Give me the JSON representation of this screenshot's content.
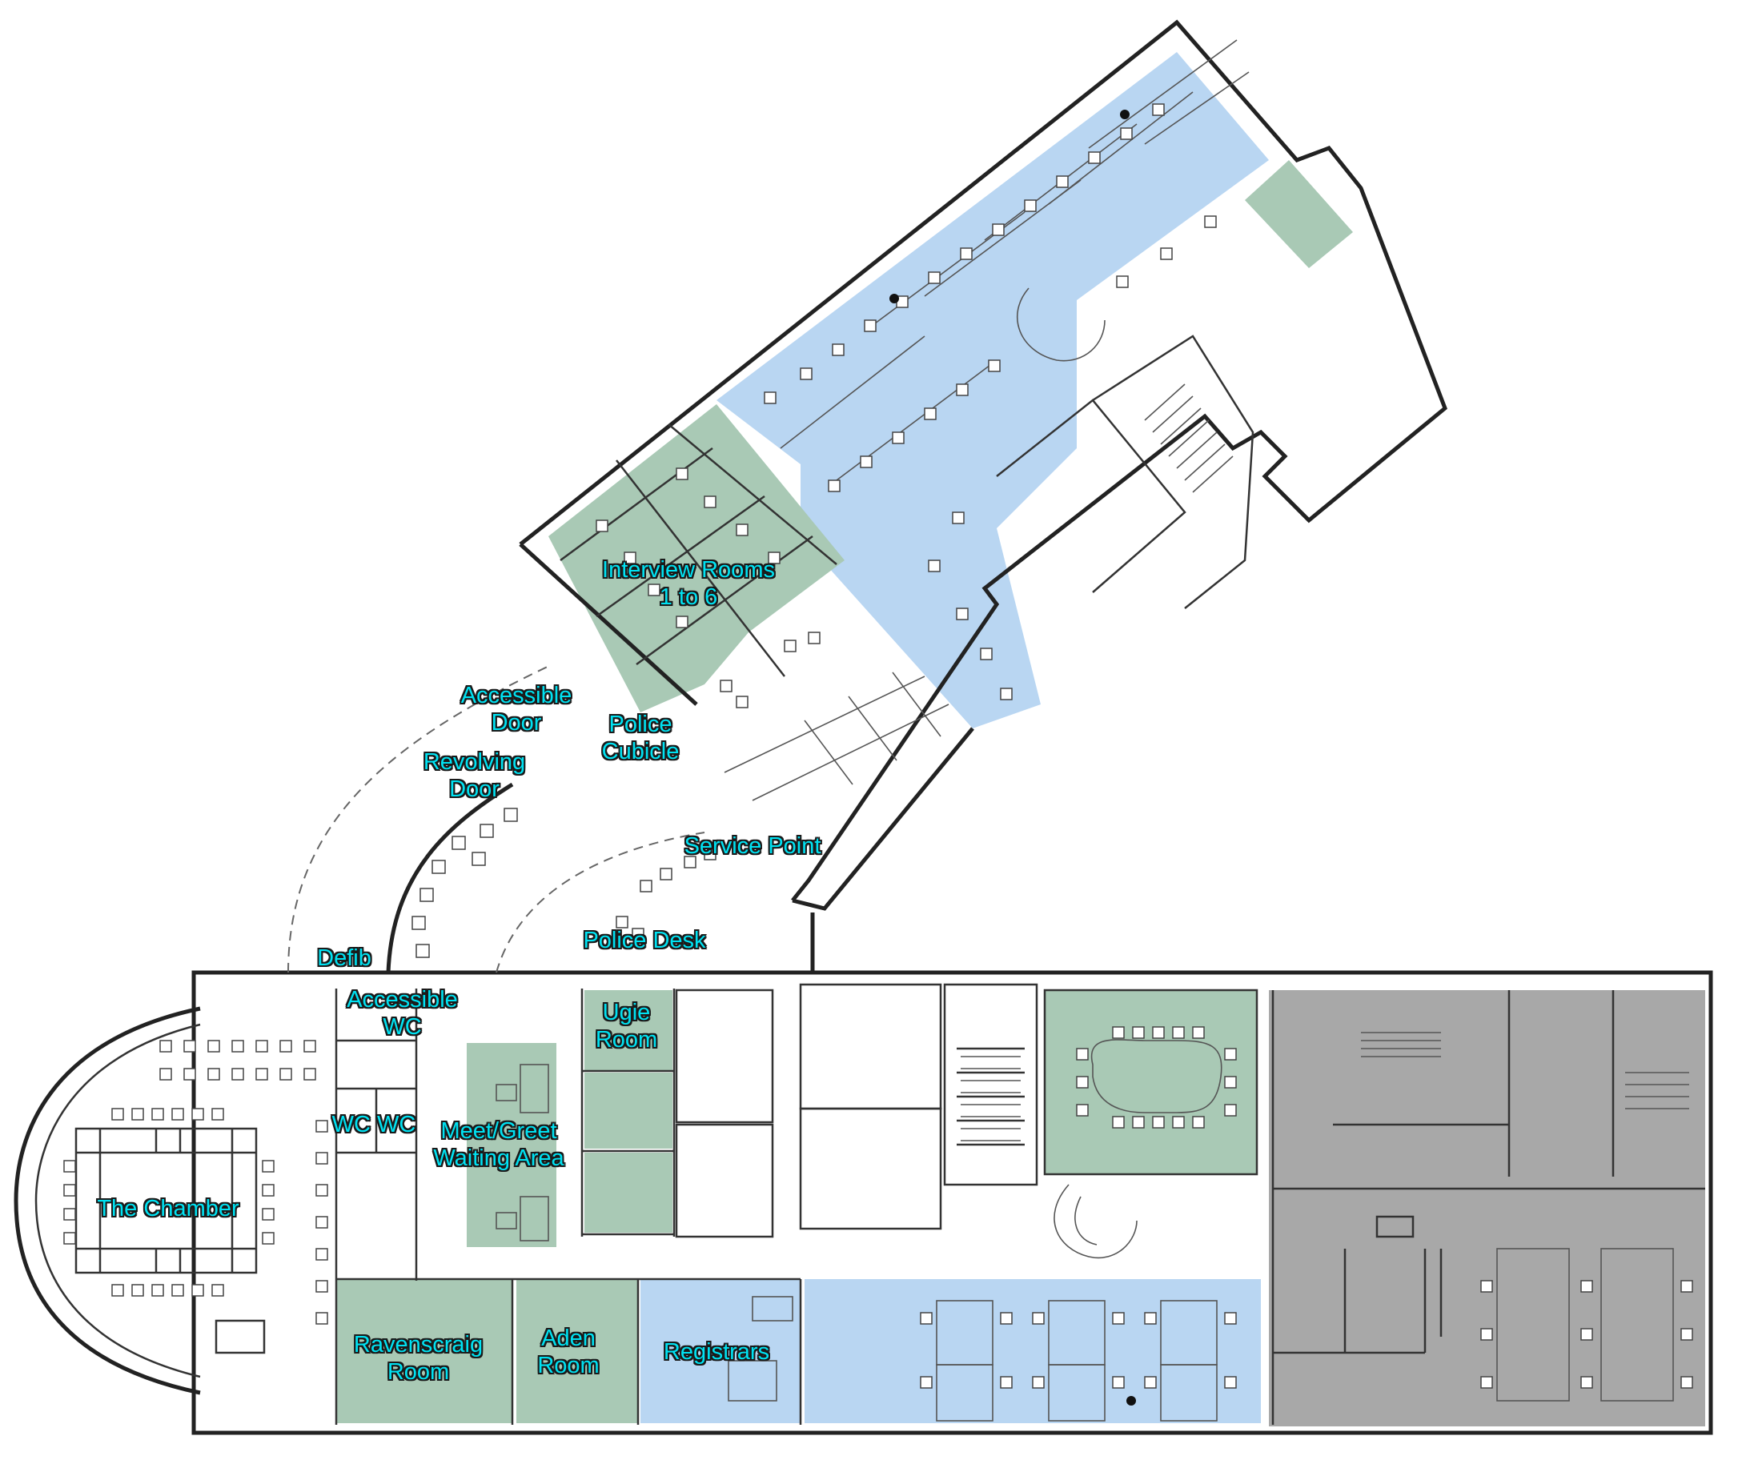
{
  "colors": {
    "meeting_green": "#a9c9b5",
    "office_blue": "#b9d6f2",
    "service_grey": "#a8a8a8",
    "label_text": "#00e2f2",
    "label_outline": "#1a1a1a",
    "wall": "#222222"
  },
  "labels": {
    "interview_rooms": [
      "Interview Rooms",
      "1 to 6"
    ],
    "accessible_door": [
      "Accessible",
      "Door"
    ],
    "police_cubicle": [
      "Police",
      "Cubicle"
    ],
    "revolving_door": [
      "Revolving",
      "Door"
    ],
    "service_point": "Service Point",
    "police_desk": "Police Desk",
    "defib": "Defib",
    "accessible_wc": [
      "Accessible",
      "WC"
    ],
    "wc_wc": "WC WC",
    "ugie_room": [
      "Ugie",
      "Room"
    ],
    "meet_greet": [
      "Meet/Greet",
      "Waiting Area"
    ],
    "the_chamber": "The Chamber",
    "ravenscraig_room": [
      "Ravenscraig",
      "Room"
    ],
    "aden_room": [
      "Aden",
      "Room"
    ],
    "registrars": "Registrars"
  }
}
